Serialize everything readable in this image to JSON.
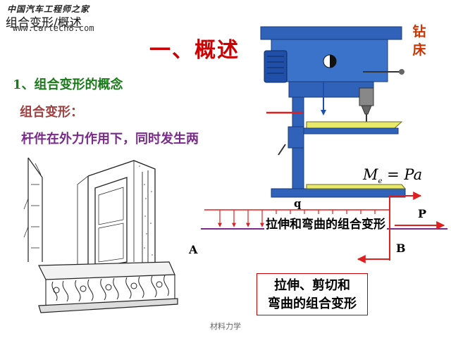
{
  "header": {
    "watermark": "中国汽车工程师之家",
    "breadcrumb": "组合变形/概述",
    "site_url": "www.cartech8.com"
  },
  "title": "一、概述",
  "section_heading": "1、组合变形的概念",
  "definition": {
    "label": "组合变形：",
    "text": "杆件在外力作用下，同时发生两"
  },
  "figures": {
    "drill_label": [
      "钻",
      "床"
    ],
    "formula_main": "M",
    "formula_sub": "e",
    "formula_rest": " = Pa",
    "load_q": "q",
    "load_p": "P",
    "point_a": "A",
    "point_b": "B",
    "beam_caption": "拉伸和弯曲的组合变形",
    "box_caption_line1": "拉伸、剪切和",
    "box_caption_line2": "弯曲的组合变形"
  },
  "colors": {
    "title_red": "#cc0000",
    "heading_green": "#1a7a1a",
    "definition_purple": "#7a2a8a",
    "drill_blue": "#1f4fa8",
    "arrow_red": "#e02020"
  },
  "footer": "材料力学"
}
